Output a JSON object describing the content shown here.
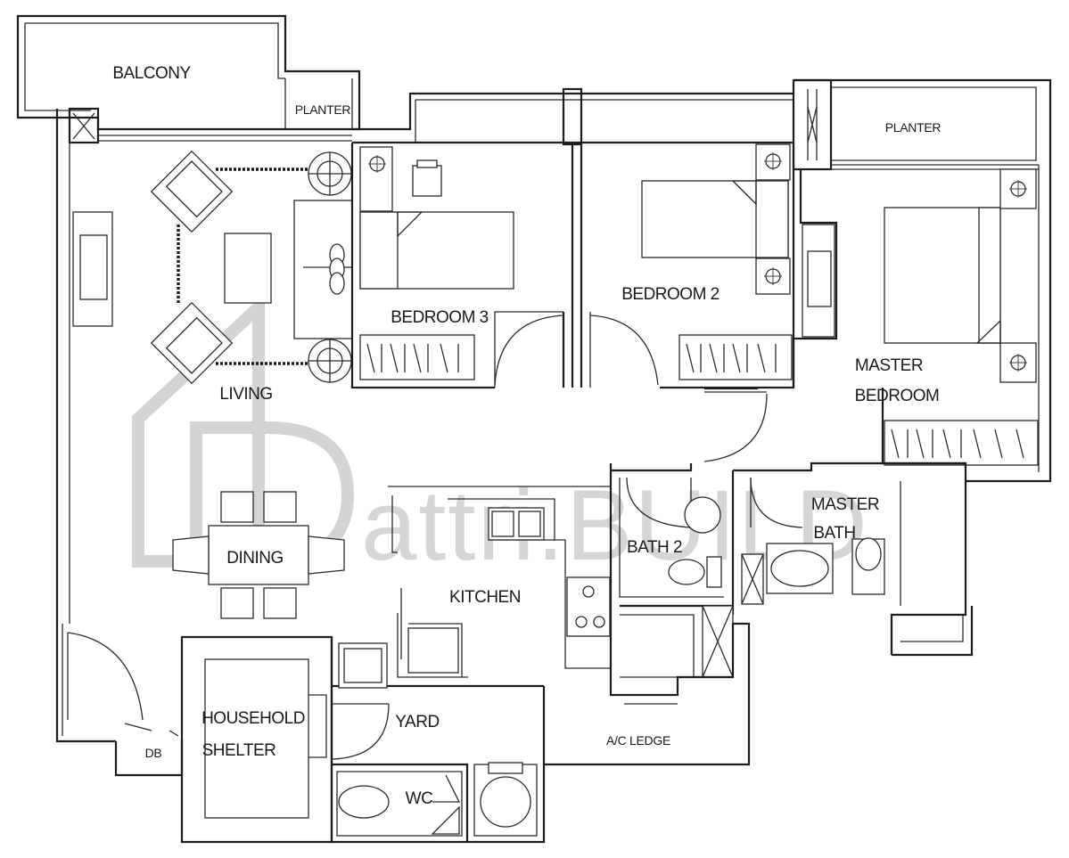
{
  "rooms": {
    "balcony": "BALCONY",
    "planter_left": "PLANTER",
    "planter_right": "PLANTER",
    "bedroom3": "BEDROOM 3",
    "bedroom2": "BEDROOM 2",
    "master_bedroom_line1": "MASTER",
    "master_bedroom_line2": "BEDROOM",
    "living": "LIVING",
    "dining": "DINING",
    "kitchen": "KITCHEN",
    "bath2": "BATH 2",
    "master_bath_line1": "MASTER",
    "master_bath_line2": "BATH",
    "household_shelter_line1": "HOUSEHOLD",
    "household_shelter_line2": "SHELTER",
    "yard": "YARD",
    "wc": "WC",
    "db": "DB",
    "ac_ledge": "A/C LEDGE"
  },
  "watermark": {
    "brand": "attri.BUILD"
  },
  "colors": {
    "ink": "#1c1c1c",
    "watermark": "#d4d4d4",
    "paper": "#ffffff"
  }
}
